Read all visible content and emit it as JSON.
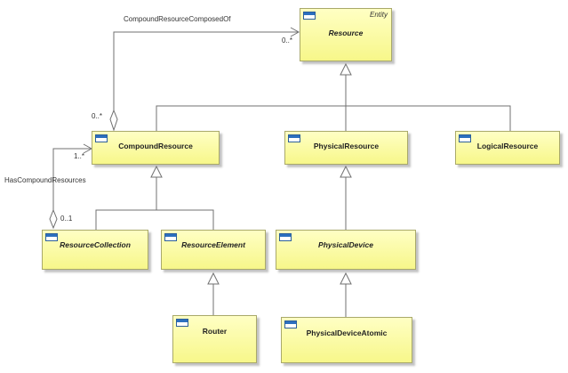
{
  "classes": {
    "resource": {
      "name": "Resource",
      "stereotype": "Entity",
      "abstract": true
    },
    "compound_resource": {
      "name": "CompoundResource",
      "abstract": false
    },
    "physical_resource": {
      "name": "PhysicalResource",
      "abstract": false
    },
    "logical_resource": {
      "name": "LogicalResource",
      "abstract": false
    },
    "resource_collection": {
      "name": "ResourceCollection",
      "abstract": true
    },
    "resource_element": {
      "name": "ResourceElement",
      "abstract": true
    },
    "physical_device": {
      "name": "PhysicalDevice",
      "abstract": true
    },
    "router": {
      "name": "Router",
      "abstract": false
    },
    "physical_device_atomic": {
      "name": "PhysicalDeviceAtomic",
      "abstract": false
    }
  },
  "associations": {
    "composed_of": {
      "label": "CompoundResourceComposedOf",
      "target_mult": "0..*",
      "source_mult": "0..*"
    },
    "has_compound": {
      "label": "HasCompoundResources",
      "target_mult": "1..*",
      "source_mult": "0..1"
    }
  },
  "colors": {
    "fill_top": "#ffffc4",
    "fill_bottom": "#f7f78a",
    "border": "#a9a96a",
    "icon": "#2c6fbf",
    "line": "#707070"
  }
}
